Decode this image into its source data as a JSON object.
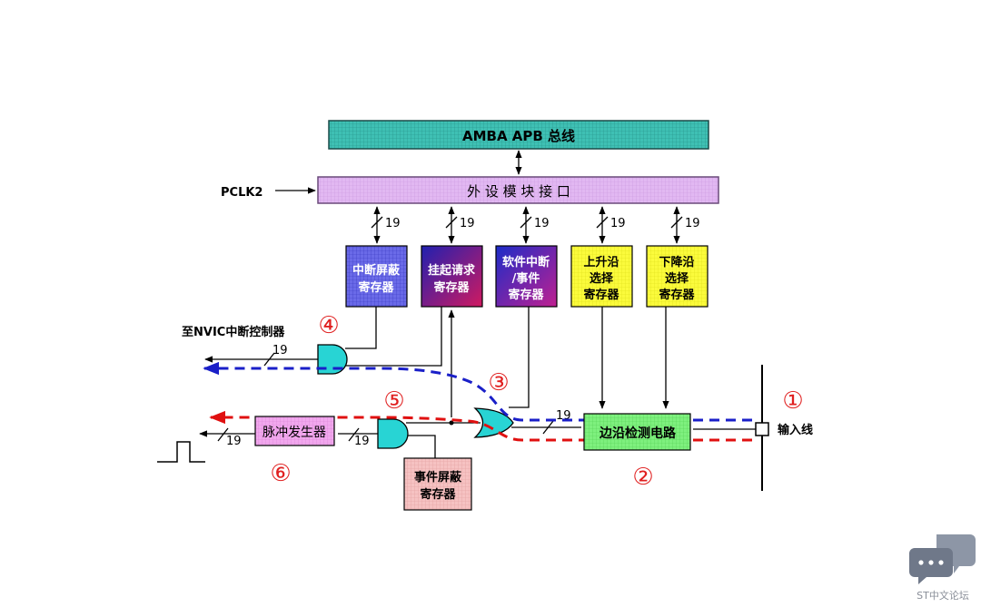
{
  "bus": {
    "amba": "AMBA APB 总线",
    "peripheral": "外 设 模 块 接 口"
  },
  "clock": "PCLK2",
  "width_label": "19",
  "registers": {
    "int_mask": [
      "中断屏蔽",
      "寄存器"
    ],
    "pending": [
      "挂起请求",
      "寄存器"
    ],
    "sw_int": [
      "软件中断",
      "/事件",
      "寄存器"
    ],
    "rising": [
      "上升沿",
      "选择",
      "寄存器"
    ],
    "falling": [
      "下降沿",
      "选择",
      "寄存器"
    ],
    "event_mask": [
      "事件屏蔽",
      "寄存器"
    ]
  },
  "blocks": {
    "edge_detect": "边沿检测电路",
    "pulse_gen": "脉冲发生器"
  },
  "labels": {
    "nvic": "至NVIC中断控制器",
    "input_line": "输入线"
  },
  "markers": [
    "①",
    "②",
    "③",
    "④",
    "⑤",
    "⑥"
  ],
  "watermark": "ST中文论坛",
  "colors": {
    "path_blue": "#1a1fc8",
    "path_red": "#e01010",
    "marker": "#e02020"
  }
}
